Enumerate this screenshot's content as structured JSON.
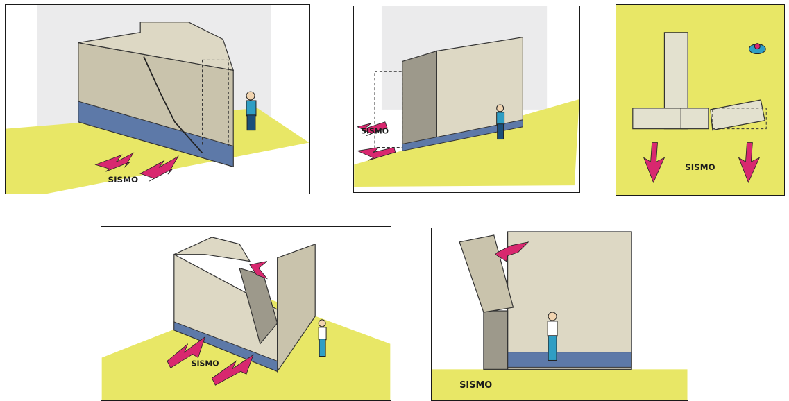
{
  "figure": {
    "panels": [
      {
        "label": "SISMO"
      },
      {
        "label": "SISMO"
      },
      {
        "label": "SISMO"
      },
      {
        "label": "SISMO"
      },
      {
        "label": "SISMO"
      }
    ]
  },
  "colors": {
    "ground": "#e8e766",
    "wall_face": "#c9c3ac",
    "wall_side": "#9d998b",
    "wall_top": "#ddd8c4",
    "stone_base": "#5d79a8",
    "arrow": "#d8286f",
    "person_shirt": "#2f9ec4",
    "person_pants": "#1b4f7a",
    "background_wall": "#ebebec"
  }
}
